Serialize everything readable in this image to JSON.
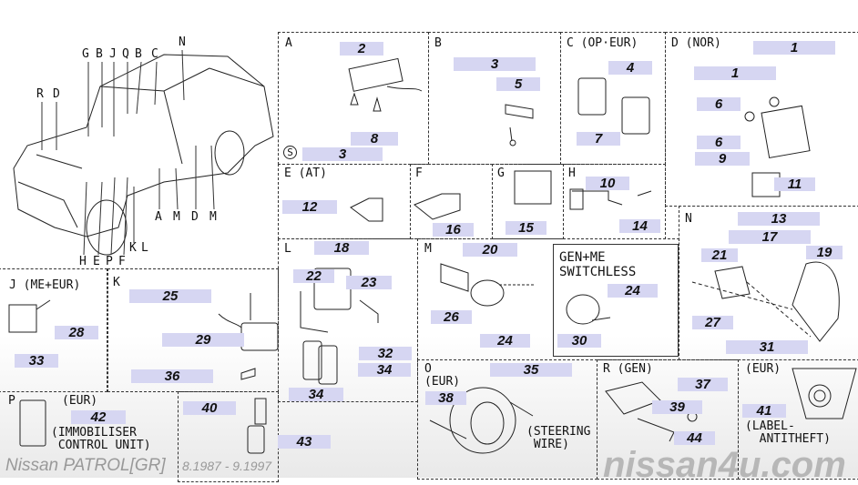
{
  "car_letters": [
    "N",
    "G",
    "B",
    "J",
    "Q",
    "B",
    "C",
    "R",
    "D",
    "A",
    "M",
    "D",
    "M",
    "H",
    "E",
    "P",
    "F",
    "K",
    "L"
  ],
  "panels": {
    "A": "A",
    "A_circle": "S",
    "B": "B",
    "C": "C (OP·EUR)",
    "D": "D (NOR)",
    "E": "E (AT)",
    "F": "F",
    "G": "G",
    "H": "H",
    "L": "L",
    "M": "M",
    "N": "N",
    "J": "J (ME+EUR)",
    "K": "K",
    "P": "P",
    "P_sub": "(EUR)",
    "O": "O",
    "O_sub": "(EUR)",
    "R": "R (GEN)",
    "EUR": "(EUR)"
  },
  "notes": {
    "gen_me": "GEN+ME\nSWITCHLESS",
    "immobiliser": "(IMMOBILISER\n CONTROL UNIT)",
    "steering": "(STEERING\n WIRE)",
    "label": "(LABEL-\n  ANTITHEFT)"
  },
  "callouts": [
    "2",
    "3",
    "1",
    "4",
    "1",
    "5",
    "6",
    "8",
    "3",
    "7",
    "6",
    "9",
    "11",
    "10",
    "12",
    "14",
    "13",
    "16",
    "15",
    "17",
    "18",
    "20",
    "21",
    "19",
    "22",
    "23",
    "24",
    "25",
    "26",
    "27",
    "28",
    "29",
    "24",
    "30",
    "31",
    "32",
    "33",
    "34",
    "35",
    "36",
    "37",
    "38",
    "34",
    "39",
    "41",
    "40",
    "42",
    "43",
    "44"
  ],
  "footer": {
    "model": "Nissan PATROL[GR]",
    "dates": "8.1987 - 9.1997",
    "watermark": "nissan4u.com"
  }
}
